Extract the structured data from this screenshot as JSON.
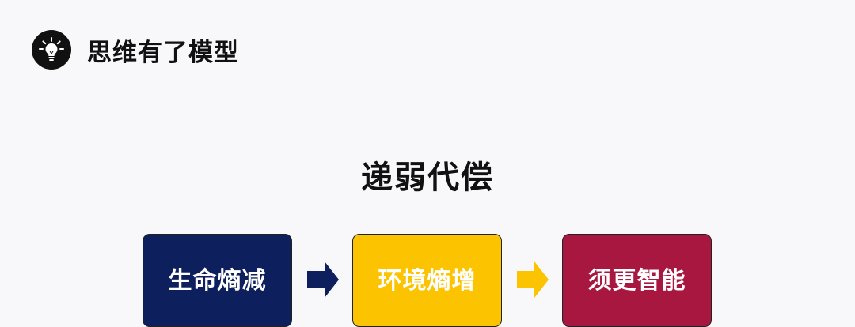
{
  "header": {
    "title": "思维有了模型",
    "icon": "lightbulb-icon"
  },
  "diagram": {
    "title": "递弱代偿",
    "steps": [
      {
        "label": "生命熵减",
        "color": "#0d1f5c",
        "text_color": "#ffffff"
      },
      {
        "label": "环境熵增",
        "color": "#fcc400",
        "text_color": "#ffffff"
      },
      {
        "label": "须更智能",
        "color": "#a8173f",
        "text_color": "#ffffff"
      }
    ],
    "arrows": [
      {
        "color": "#0d1f5c",
        "icon": "arrow-right-icon"
      },
      {
        "color": "#fcc400",
        "icon": "arrow-right-icon"
      }
    ]
  }
}
